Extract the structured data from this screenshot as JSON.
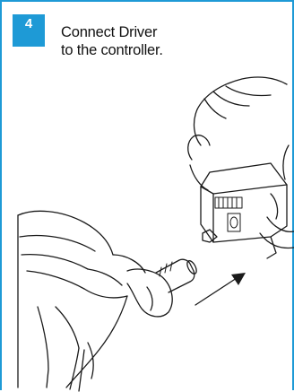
{
  "step": {
    "number": "4",
    "title_lines": [
      "Connect Driver",
      "to the controller."
    ]
  },
  "colors": {
    "accent": "#1e9ad6",
    "line_art": "#1a1a1a"
  },
  "illustration": {
    "depicts": "hand-with-cable-connector, hand-holding-controller, insertion-arrow"
  }
}
